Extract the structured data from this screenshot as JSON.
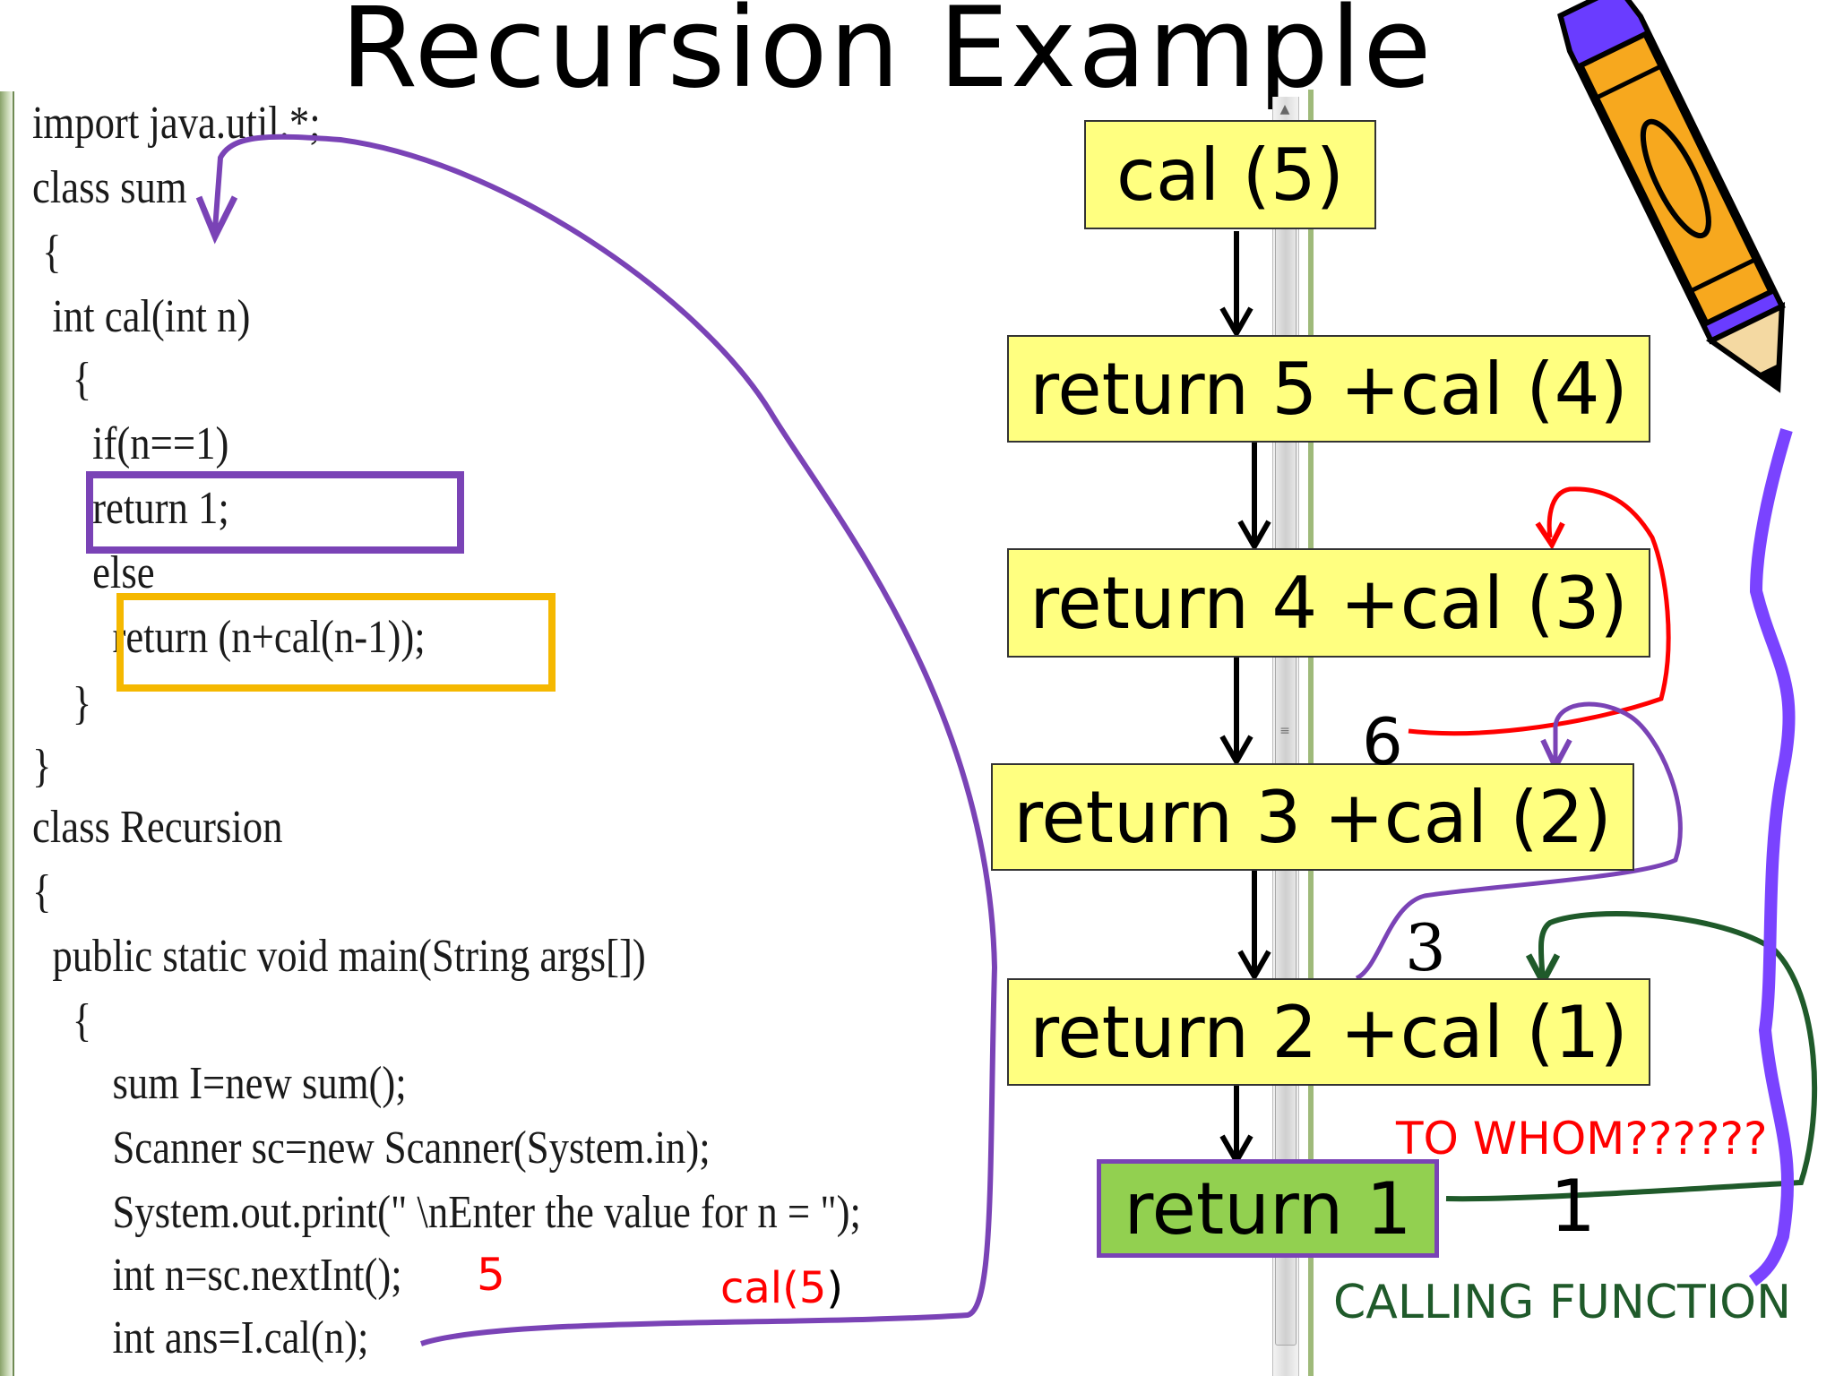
{
  "title": "Recursion Example",
  "code": [
    "import java.util.*;",
    "class sum",
    " {",
    "  int cal(int n)",
    "    {",
    "      if(n==1)",
    "      return 1;",
    "      else",
    "        return (n+cal(n-1));",
    "    }",
    "}",
    "class Recursion",
    "{",
    "  public static void main(String args[])",
    "    {",
    "        sum I=new sum();",
    "        Scanner sc=new Scanner(System.in);",
    "        System.out.print(\" \\nEnter the value for n = \");",
    "        int n=sc.nextInt();",
    "        int ans=I.cal(n);"
  ],
  "flow_boxes": [
    "cal (5)",
    "return 5 +cal (4)",
    "return 4 +cal (3)",
    "return 3 +cal (2)",
    "return 2 +cal (1)",
    "return 1"
  ],
  "annotations": {
    "to_whom": "TO WHOM??????",
    "calling_function": "CALLING FUNCTION",
    "cal_call_prefix": "cal(",
    "cal_call_arg": "5",
    "cal_call_suffix": ")",
    "input_value": "5",
    "value_6": "6",
    "value_3": "3",
    "value_1": "1"
  },
  "colors": {
    "box_fill": "#ffff80",
    "base_case_fill": "#92d050",
    "purple_ink": "#7a43b6",
    "orange_ink": "#f5b800",
    "red_ink": "#ff0000",
    "green_ink": "#1f5a2a"
  },
  "icons": {
    "clipart": "pencil-icon",
    "scroll_up": "scroll-up-arrow-icon"
  }
}
